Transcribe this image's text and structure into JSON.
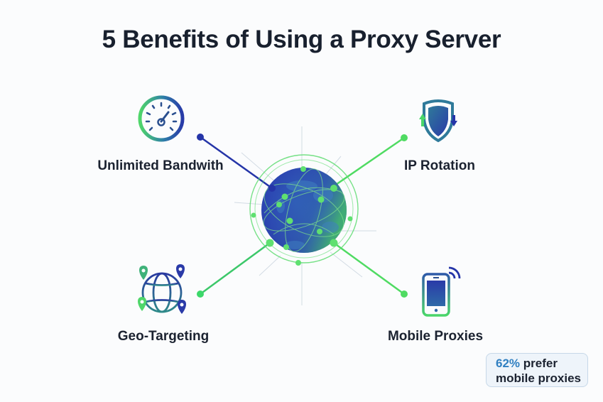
{
  "title": "5 Benefits of Using a Proxy Server",
  "center": {
    "icon": "globe-network-icon",
    "colors": {
      "globe_dark": "#2a3fb5",
      "globe_mid": "#2e5fae",
      "accent_green": "#4ade60",
      "accent_blue": "#2535a8"
    }
  },
  "benefits": [
    {
      "label": "Unlimited Bandwith",
      "icon": "speedometer-icon",
      "connector_color": "#2535a8"
    },
    {
      "label": "IP Rotation",
      "icon": "shield-rotation-icon",
      "connector_color": "#4fdb62"
    },
    {
      "label": "Geo-Targeting",
      "icon": "globe-pins-icon",
      "connector_color": "#3cc86a"
    },
    {
      "label": "Mobile Proxies",
      "icon": "smartphone-signal-icon",
      "connector_color": "#4fdb62"
    }
  ],
  "stat": {
    "percent": "62%",
    "text_line1": " prefer",
    "text_line2": "mobile proxies"
  }
}
